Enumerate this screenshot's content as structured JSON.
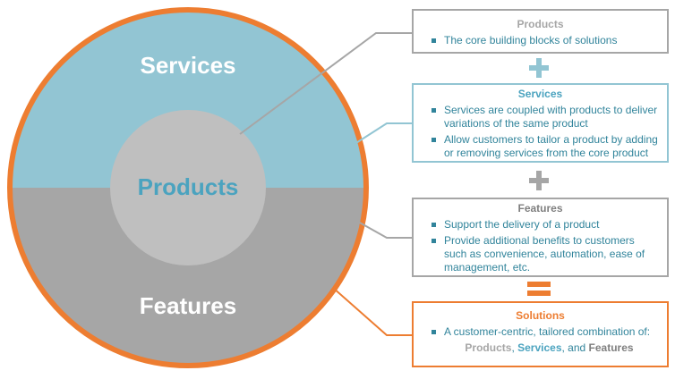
{
  "diagram": {
    "circle": {
      "top_label": "Services",
      "center_label": "Products",
      "bottom_label": "Features"
    }
  },
  "panels": {
    "products": {
      "title": "Products",
      "bullets": [
        "The core building blocks of solutions"
      ]
    },
    "services": {
      "title": "Services",
      "bullets": [
        "Services are coupled with products to deliver variations of the same product",
        "Allow customers to tailor a product by adding or removing services from the core product"
      ]
    },
    "features": {
      "title": "Features",
      "bullets": [
        "Support the delivery of a product",
        "Provide additional benefits to customers such as convenience, automation, ease of management, etc."
      ]
    },
    "solutions": {
      "title": "Solutions",
      "bullets": [
        "A customer-centric, tailored combination of:"
      ],
      "combination": {
        "products": "Products",
        "sep1": ", ",
        "services": "Services",
        "sep2": ", and ",
        "features": "Features"
      }
    }
  },
  "operators": {
    "plus_1": "+",
    "plus_2": "+",
    "equals": "="
  },
  "colors": {
    "services_fill": "#92c5d3",
    "features_fill": "#a6a6a6",
    "products_fill": "#bfbfbf",
    "products_text": "#4ba3bf",
    "ring": "#ed7d31",
    "bullet_text": "#31849b",
    "plus_services": "#92c5d3",
    "plus_features": "#a6a6a6",
    "equals": "#ed7d31"
  }
}
